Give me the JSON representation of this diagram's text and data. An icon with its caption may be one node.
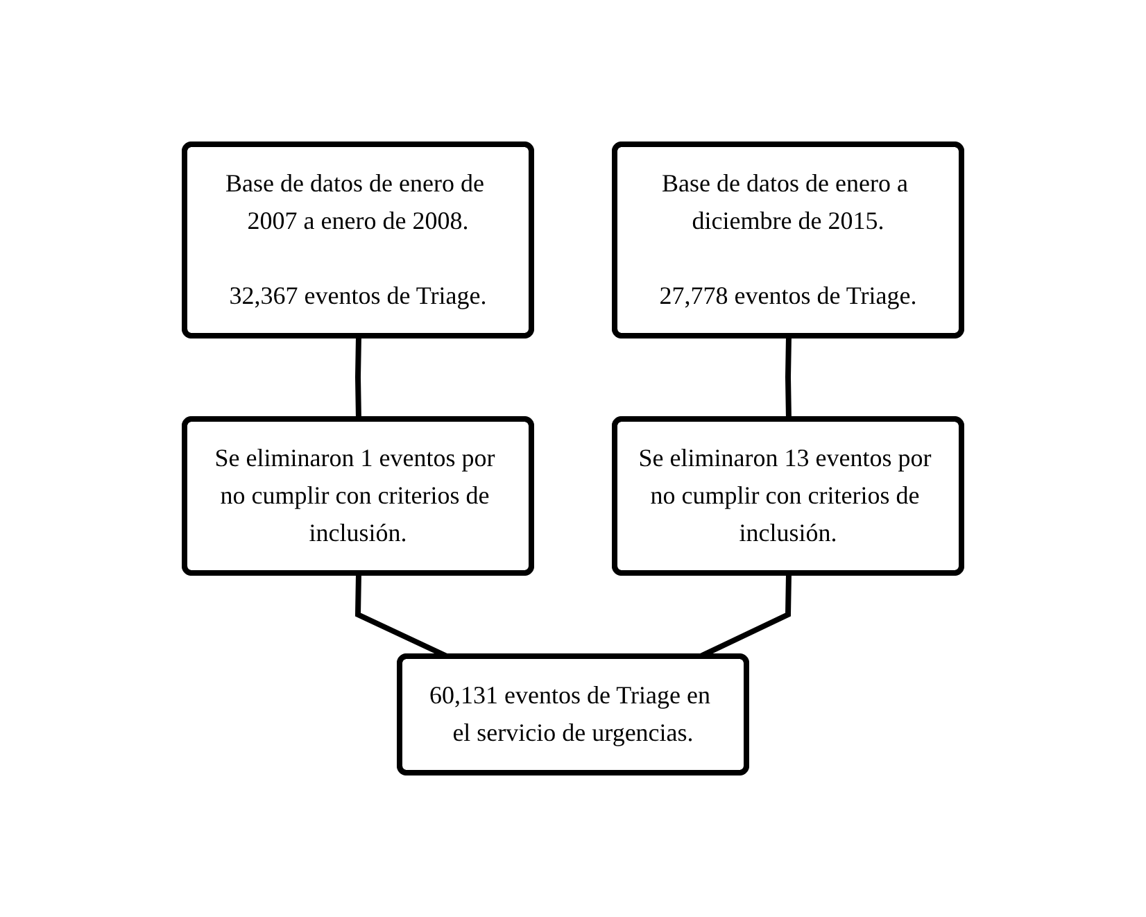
{
  "diagram": {
    "nodes": [
      {
        "text": [
          "Base de datos de enero de 2007 a enero de 2008.",
          "32,367 eventos de Triage."
        ]
      },
      {
        "text": [
          "Base de datos de enero a diciembre de 2015.",
          "27,778 eventos de Triage."
        ]
      },
      {
        "text": [
          "Se eliminaron 1 eventos por no cumplir con criterios de inclusión."
        ]
      },
      {
        "text": [
          "Se eliminaron 13 eventos por no cumplir con criterios de inclusión."
        ]
      },
      {
        "text": [
          "60,131 eventos de Triage en el servicio de urgencias."
        ]
      }
    ],
    "edges": [
      {
        "from": 0,
        "to": 2,
        "arrow": "none"
      },
      {
        "from": 1,
        "to": 3,
        "arrow": "none"
      },
      {
        "from": 2,
        "to": 4,
        "arrow": "none"
      },
      {
        "from": 3,
        "to": 4,
        "arrow": "none"
      }
    ]
  }
}
